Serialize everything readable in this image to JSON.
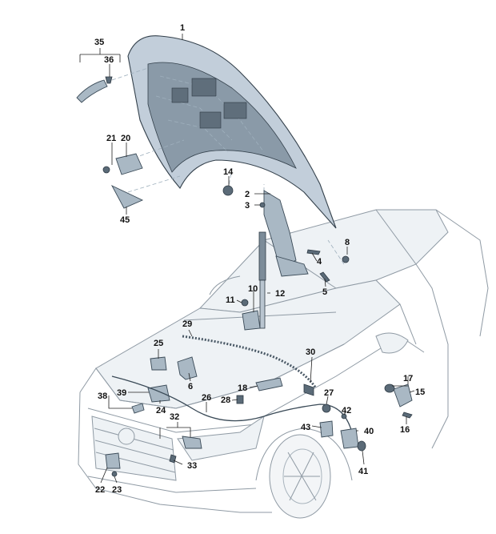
{
  "labels": [
    "1",
    "2",
    "3",
    "4",
    "5",
    "6",
    "8",
    "10",
    "11",
    "12",
    "14",
    "15",
    "16",
    "17",
    "18",
    "20",
    "21",
    "22",
    "23",
    "24",
    "25",
    "26",
    "27",
    "28",
    "29",
    "30",
    "32",
    "33",
    "35",
    "36",
    "38",
    "39",
    "40",
    "41",
    "42",
    "43",
    "45"
  ]
}
